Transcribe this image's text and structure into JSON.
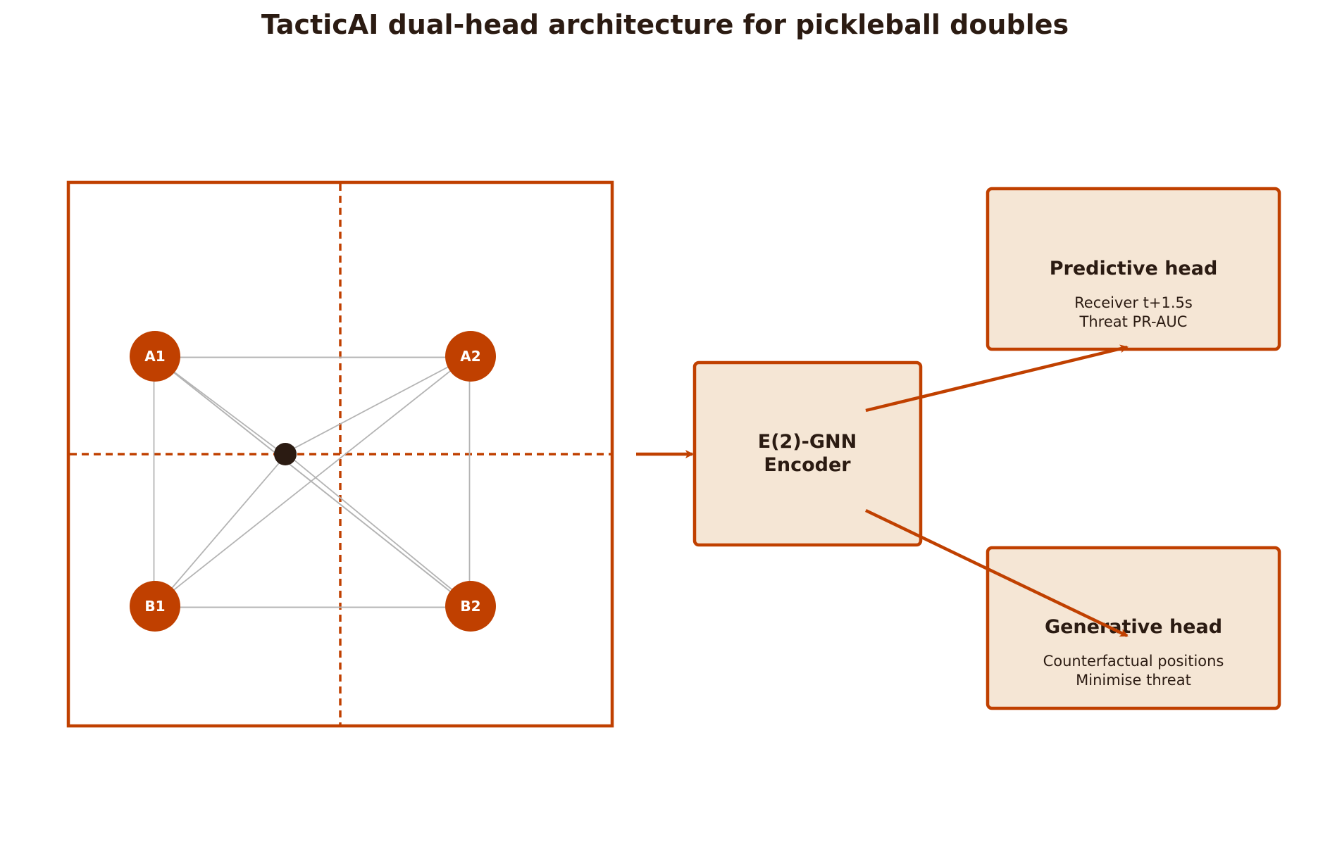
{
  "title": "TacticAI dual-head architecture for pickleball doubles",
  "colors": {
    "accent": "#c04000",
    "box_fill": "#f5e6d5",
    "text": "#2b1b12",
    "edge": "#b4b4b4",
    "node_text": "#ffffff"
  },
  "players": [
    {
      "id": "A1",
      "label": "A1"
    },
    {
      "id": "A2",
      "label": "A2"
    },
    {
      "id": "B1",
      "label": "B1"
    },
    {
      "id": "B2",
      "label": "B2"
    }
  ],
  "ball": {
    "icon": "ball-icon"
  },
  "encoder": {
    "line1": "E(2)-GNN",
    "line2": "Encoder"
  },
  "predictive_head": {
    "title": "Predictive head",
    "line1": "Receiver t+1.5s",
    "line2": "Threat PR-AUC"
  },
  "generative_head": {
    "title": "Generative head",
    "line1": "Counterfactual positions",
    "line2": "Minimise threat"
  }
}
